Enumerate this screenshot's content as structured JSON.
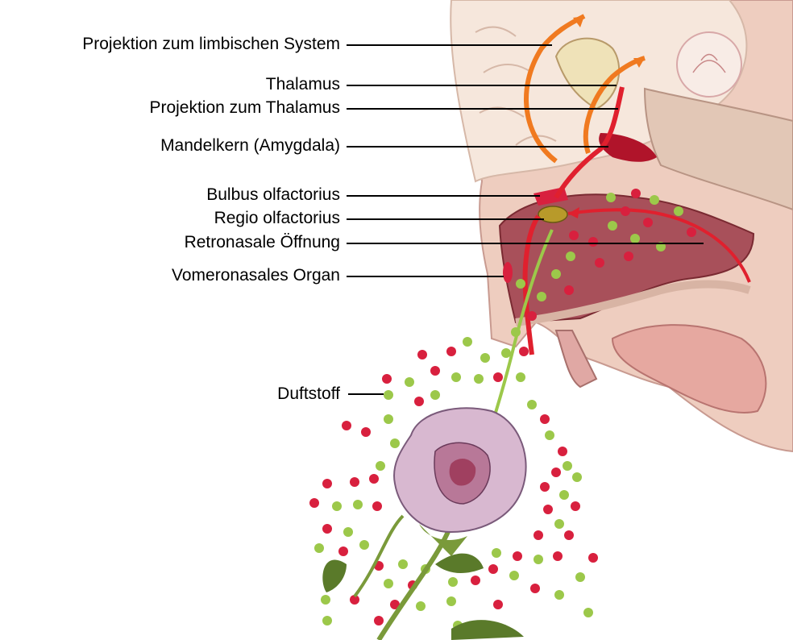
{
  "labels": {
    "limbic_projection": "Projektion zum limbischen System",
    "thalamus": "Thalamus",
    "thalamus_projection": "Projektion zum Thalamus",
    "amygdala": "Mandelkern (Amygdala)",
    "bulbus": "Bulbus olfactorius",
    "regio": "Regio olfactorius",
    "retronasal": "Retronasale Öffnung",
    "vomeronasal": "Vomeronasales Organ",
    "odorant": "Duftstoff"
  },
  "colors": {
    "skin": "#eecdbf",
    "brain": "#f6e7dc",
    "nasal_cavity": "#a8505a",
    "pathway": "#e0202e",
    "projection": "#f07a20",
    "odorant_red": "#d8203e",
    "odorant_green": "#9cc84a",
    "rose_petal": "#d8b8d0",
    "stem": "#7a9a3a"
  }
}
